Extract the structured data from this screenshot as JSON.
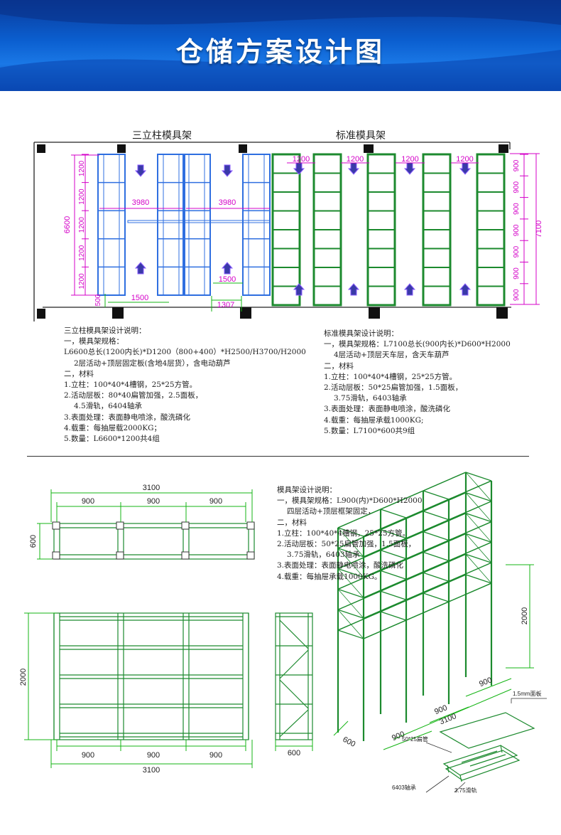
{
  "header": {
    "title": "仓储方案设计图"
  },
  "plan": {
    "label_left": "三立柱模具架",
    "label_right": "标准模具架",
    "dim_total_height": "6600",
    "dim_row": [
      "1200",
      "1200",
      "1200",
      "1200",
      "1200"
    ],
    "dim_span_a": "3980",
    "dim_span_b": "3980",
    "dim_bottom_1500a": "1500",
    "dim_bottom_1500b": "1500",
    "dim_bottom_1307": "1307",
    "dim_bottom_500": "500",
    "dim_aisle": [
      "1200",
      "1200",
      "1200",
      "1200"
    ],
    "dim_right_rows": [
      "900",
      "900",
      "900",
      "900",
      "900",
      "900",
      "900"
    ],
    "dim_right_total": "7100"
  },
  "notes_left": {
    "lines": [
      "三立柱模具架设计说明：",
      "一，模具架规格：",
      "L6600总长(1200内长)*D1200（800+400）*H2500/H3700/H2000",
      "2层活动+顶层固定板(含地4层货），含电动葫芦",
      "二，材料",
      "1.立柱：100*40*4槽钢，25*25方管。",
      "2.活动层板：80*40扁管加强，2.5面板，",
      "4.5滑轨，6404轴承",
      "3.表面处理：表面静电喷涂，酸洗磷化",
      "4.载重：每抽屉载2000KG；",
      "5.数量：L6600*1200共4组"
    ]
  },
  "notes_right": {
    "lines": [
      "标准模具架设计说明：",
      "一，模具架规格：L7100总长(900内长)*D600*H2000",
      "4层活动+顶层天车层，含天车葫芦",
      "二，材料",
      "1.立柱：100*40*4槽钢，25*25方管。",
      "2.活动层板：50*25扁管加强，1.5面板，",
      "3.75滑轨，6403轴承",
      "3.表面处理：表面静电喷涂，酸洗磷化",
      "4.载重：每抽屉承载1000KG;",
      "5.数量：L7100*600共9组"
    ]
  },
  "notes_bottom": {
    "lines": [
      "模具架设计说明：",
      "一，模具架规格：L900(内)*D600*H2000",
      "四层活动+顶层框架固定，",
      "二，材料",
      "1.立柱：100*40*4槽钢，25*25方管。",
      "2.活动层板：50*25扁管加强，1.5面板，",
      "3.75滑轨，6403轴承",
      "3.表面处理：表面静电喷涂，酸洗磷化",
      "4.载重：每抽屉承载1000KG。"
    ]
  },
  "top_view": {
    "total": "3100",
    "bays": [
      "900",
      "900",
      "900"
    ],
    "depth": "600"
  },
  "front_view": {
    "height": "2000",
    "bays": [
      "900",
      "900",
      "900"
    ],
    "total": "3100"
  },
  "side_view": {
    "depth": "600"
  },
  "iso_view": {
    "height": "2000",
    "bay_a": "900",
    "bay_b": "900",
    "bay_c": "900",
    "total": "3100",
    "depth": "600",
    "callout_panel": "1.5mm面板",
    "callout_tube": "50*25扁管",
    "callout_bearing": "6403轴承",
    "callout_rail": "3.75滑轨"
  },
  "colors": {
    "blue_rack": "#2f6fe0",
    "green_rack": "#1c8a2e",
    "dim_magenta": "#d400c8",
    "dim_green": "#14b414",
    "banner": "#0b5fd0"
  }
}
